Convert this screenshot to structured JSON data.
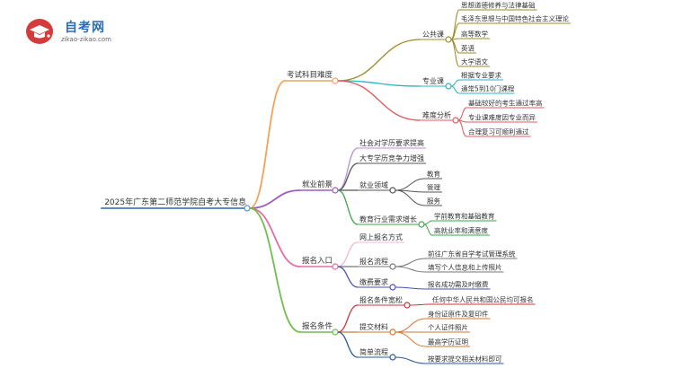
{
  "logo": {
    "name": "自考网",
    "url": "zikao-zikao.com"
  },
  "mindmap": {
    "root": {
      "label": "2025年广东第二师范学院自考大专信息",
      "color": "#5c8fbf"
    },
    "branches": [
      {
        "label": "考试科目难度",
        "color": "#f1a35a",
        "children": [
          {
            "label": "公共课",
            "color": "#9b8b2a",
            "children": [
              "思想道德修养与法律基础",
              "毛泽东思想与中国特色社会主义理论",
              "高等数学",
              "英语",
              "大学语文"
            ]
          },
          {
            "label": "专业课",
            "color": "#2fb2c4",
            "children": [
              "根据专业要求",
              "通常5到10门课程"
            ]
          },
          {
            "label": "难度分析",
            "color": "#e05a5f",
            "children": [
              "基础较好的考生通过率高",
              "专业课难度因专业而异",
              "合理复习可顺利通过"
            ]
          }
        ]
      },
      {
        "label": "就业前景",
        "color": "#9b5fc0",
        "children": [
          {
            "label": "社会对学历要求提高",
            "color": "#b58fd6",
            "children": []
          },
          {
            "label": "大专学历竞争力增强",
            "color": "#555555",
            "children": []
          },
          {
            "label": "就业领域",
            "color": "#555555",
            "children": [
              "教育",
              "管理",
              "服务"
            ]
          },
          {
            "label": "教育行业需求增长",
            "color": "#3da64a",
            "children": [
              "学前教育和基础教育",
              "高就业率和满意度"
            ]
          }
        ]
      },
      {
        "label": "报名入口",
        "color": "#e56ca6",
        "children": [
          {
            "label": "网上报名方式",
            "color": "#f0b8d4",
            "children": []
          },
          {
            "label": "报名流程",
            "color": "#777777",
            "children": [
              "前往广东省自学考试管理系统",
              "填写个人信息和上传照片"
            ]
          },
          {
            "label": "缴费要求",
            "color": "#4a4fb8",
            "children": [
              "报名成功需及时缴费"
            ]
          }
        ]
      },
      {
        "label": "报名条件",
        "color": "#6fbf4a",
        "children": [
          {
            "label": "报名条件宽松",
            "color": "#c9373d",
            "children": [
              "任何中华人民共和国公民均可报名"
            ]
          },
          {
            "label": "提交材料",
            "color": "#d6742f",
            "children": [
              "身份证原件及复印件",
              "个人证件照片",
              "最高学历证明"
            ]
          },
          {
            "label": "简单流程",
            "color": "#2a5a9b",
            "children": [
              "按要求提交相关材料即可"
            ]
          }
        ]
      }
    ]
  }
}
